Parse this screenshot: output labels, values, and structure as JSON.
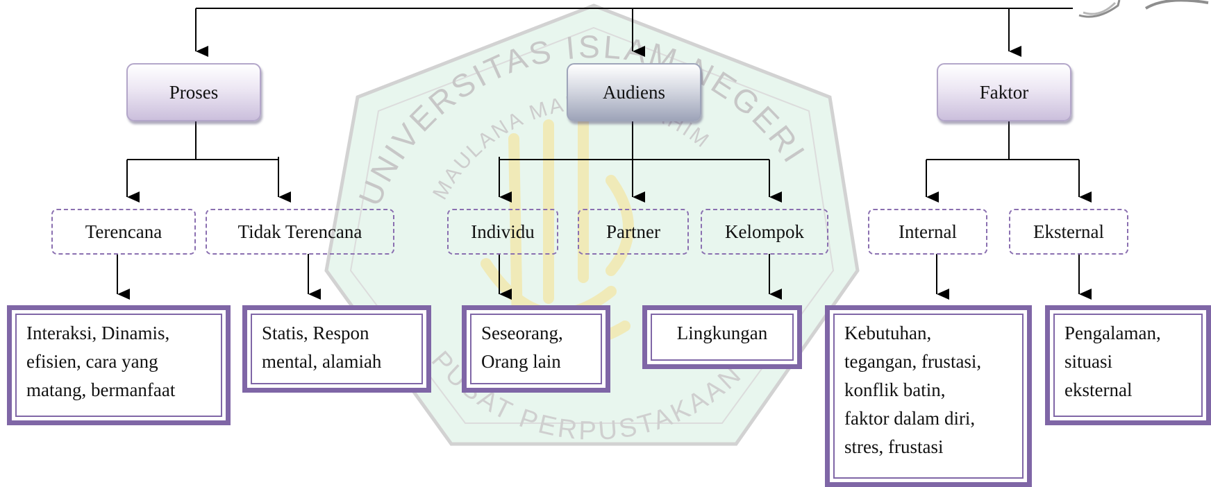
{
  "diagram": {
    "roots": [
      {
        "label": "Proses",
        "children": [
          {
            "label": "Terencana",
            "detail": "Interaksi, Dinamis,\nefisien, cara yang\nmatang, bermanfaat"
          },
          {
            "label": "Tidak Terencana",
            "detail": "Statis, Respon\nmental, alamiah"
          }
        ]
      },
      {
        "label": "Audiens",
        "children": [
          {
            "label": "Individu",
            "detail": "Seseorang,\nOrang lain"
          },
          {
            "label": "Partner"
          },
          {
            "label": "Kelompok",
            "detail": "Lingkungan"
          }
        ]
      },
      {
        "label": "Faktor",
        "children": [
          {
            "label": "Internal",
            "detail": "Kebutuhan,\ntegangan, frustasi,\nkonflik batin,\nfaktor dalam diri,\nstres, frustasi"
          },
          {
            "label": "Eksternal",
            "detail": "Pengalaman,\nsituasi\neksternal"
          }
        ]
      }
    ]
  },
  "watermark": {
    "arc_top": "UNIVERSITAS ISLAM NEGERI",
    "arc_inner": "MAULANA MALIK IBRAHIM",
    "arc_bottom": "PUSAT PERPUSTAKAAN",
    "colors": {
      "fill": "#e8f6ee",
      "text": "#c4c4c4",
      "emblem": "#f3efc4"
    }
  },
  "colors": {
    "node_border": "#b3a6c9",
    "dashed_border": "#8a6fb0",
    "leaf_border": "#7f66a6",
    "connector": "#000000"
  }
}
